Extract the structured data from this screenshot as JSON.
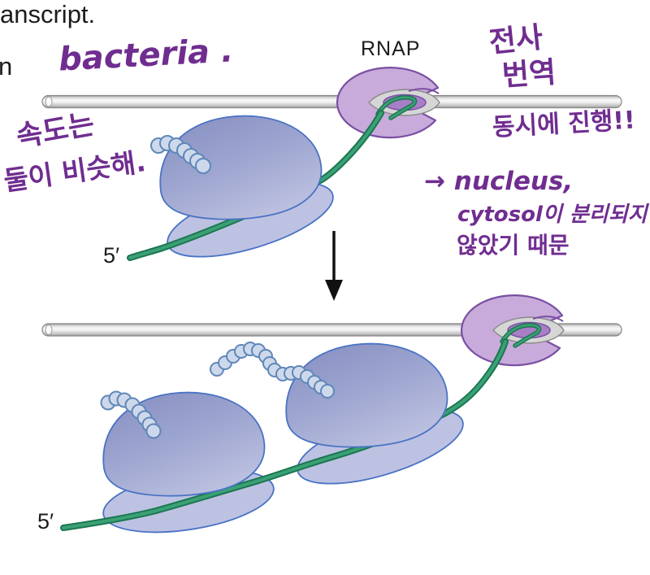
{
  "printed": {
    "fragment_top": "anscript.",
    "fragment_side": "n",
    "rnap_label": "RNAP",
    "five_prime_top": "5′",
    "five_prime_bottom": "5′"
  },
  "handwritten": {
    "bacteria": "bacteria .",
    "speed_line1": "속도는",
    "speed_line2": "둘이 비슷해.",
    "transcription": "전사",
    "translation": "번역",
    "simultaneous": "동시에 진행!!",
    "nucleus": "→ nucleus,",
    "cytosol": "cytosol이 분리되지",
    "reason": "않았기 때문"
  },
  "colors": {
    "ink_purple": "#702d90",
    "rnap_fill": "#c8abdb",
    "rnap_stroke": "#7a4fa3",
    "mrna_dark": "#1b7750",
    "mrna_light": "#3ba075",
    "ribosome_stroke": "#4a73c4",
    "ribosome_large_fill": "#9ba3cf",
    "ribosome_small_fill": "#bdc2e3",
    "bead_fill": "#cdd9eb",
    "bead_stroke": "#5f87ba",
    "dna_tube": "#e8e8e8",
    "arrow": "#111111"
  }
}
